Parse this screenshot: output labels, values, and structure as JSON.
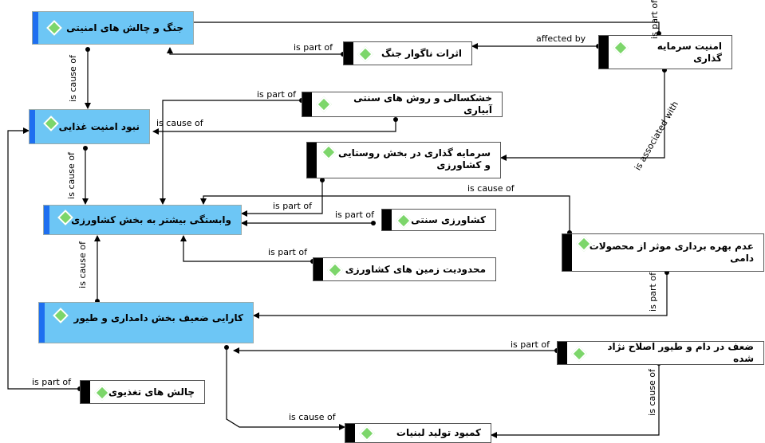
{
  "nodes": {
    "war": "جنگ و چالش های امنیتی",
    "food_security": "نبود امنیت غذایی",
    "dependence": "وابستگی بیشتر به بخش کشاورزی",
    "weak_livestock": "کارایی ضعیف بخش دامداری و طیور",
    "nutrition": "چالش های تغذیوی",
    "war_effects": "اثرات ناگوار جنگ",
    "investment_security": "امنیت سرمایه گذاری",
    "drought": "خشکسالی و روش های سنتی آبیاری",
    "rural_investment": "سرمایه گذاری در بخش روستایی و کشاورزی",
    "traditional_farming": "کشاورزی سنتی",
    "land_limits": "محدودیت زمین های کشاورزی",
    "livestock_products": "عدم بهره برداری موثر از محصولات دامی",
    "breed_weakness": "ضعف در دام و طیور اصلاح نژاد شده",
    "dairy_shortage": "کمبود تولید لبنیات"
  },
  "edge_labels": {
    "is_part_of": "is part of",
    "affected_by": "affected by",
    "is_cause_of": "is cause of",
    "is_associated_with": "is associated with"
  },
  "colors": {
    "core_node": "#6dc6f5",
    "core_accent": "#1e6ff0",
    "node_bar": "#000000",
    "diamond": "#7cd66a"
  }
}
